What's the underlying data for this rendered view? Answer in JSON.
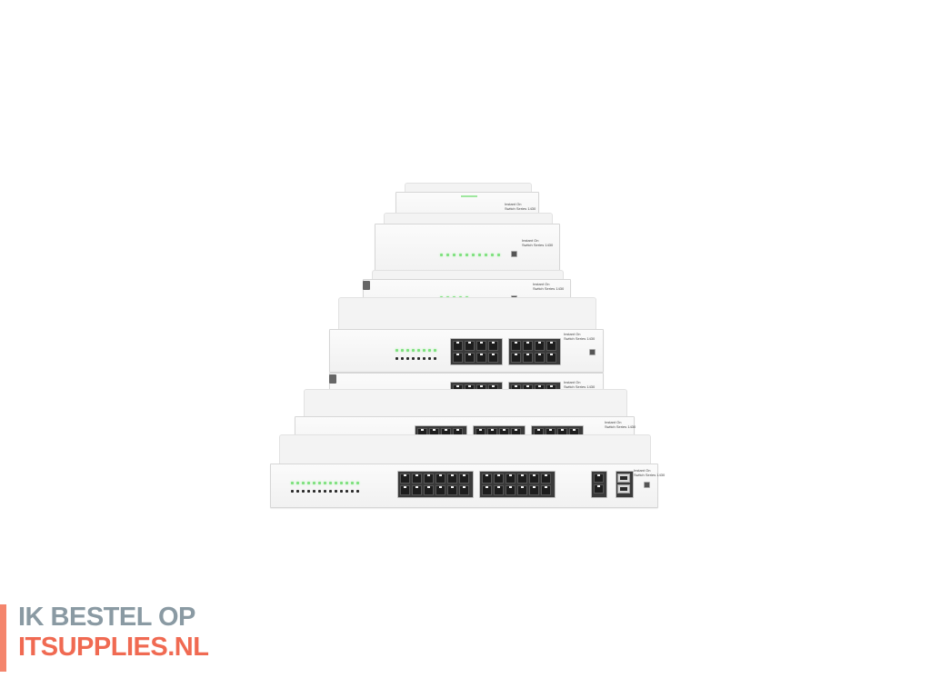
{
  "image": {
    "subject": "product-photo",
    "background": "#ffffff",
    "products": {
      "brand_top": "Instant On",
      "series_label": "Switch Series 1430",
      "units": [
        {
          "name": "8-port-switch",
          "leds": 6,
          "led_rows": 1,
          "ports": 0,
          "sfp": 0
        },
        {
          "name": "8-port-switch-alt",
          "leds": 10,
          "led_rows": 1,
          "ports": 0,
          "sfp": 0
        },
        {
          "name": "8-port-poe-switch",
          "leds": 10,
          "led_rows": 2,
          "ports": 0,
          "sfp": 0,
          "tab": true
        },
        {
          "name": "16-port-switch",
          "leds": 16,
          "led_rows": 2,
          "ports": 16,
          "sfp": 0
        },
        {
          "name": "16-port-poe-switch",
          "leds": 16,
          "led_rows": 2,
          "ports": 16,
          "sfp": 0,
          "tab": true
        },
        {
          "name": "24-port-switch",
          "leds": 24,
          "led_rows": 2,
          "ports": 24,
          "sfp": 0
        },
        {
          "name": "26-port-switch",
          "leds": 26,
          "led_rows": 2,
          "ports": 24,
          "sfp": 2
        }
      ]
    },
    "colors": {
      "led_green": "#7ee07e",
      "port_dark": "#1d1d1d",
      "chassis": "#f3f3f3"
    }
  },
  "banner": {
    "line1": "IK BESTEL OP",
    "line2": "ITSUPPLIES.NL",
    "accent_color": "#f4856d",
    "line1_color": "#8a9aa3",
    "line2_color": "#f06a52"
  }
}
